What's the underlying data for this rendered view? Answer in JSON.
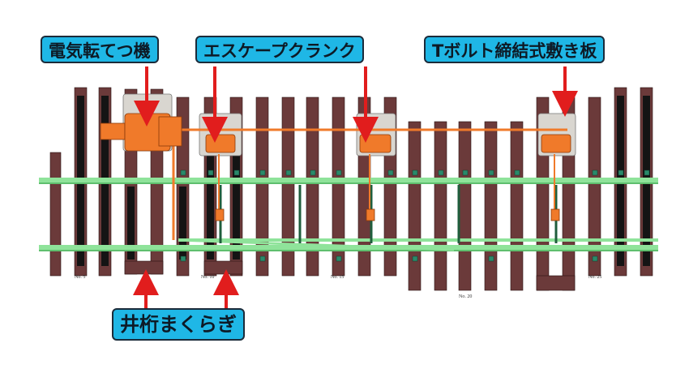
{
  "labels": {
    "point_machine": "電気転てつ機",
    "escape_crank": "エスケープクランク",
    "t_bolt_plate": "Tボルト締結式敷き板",
    "lattice_sleeper": "井桁まくらぎ"
  },
  "tie_numbers": [
    "No. 5",
    "No. 10",
    "No. 15",
    "No. 20",
    "No. 25"
  ],
  "colors": {
    "label_bg": "#1fb7e6",
    "arrow": "#e11d1d",
    "sleeper": "#6b3a3a",
    "rail": "#8fe39a",
    "machine": "#f07a2a",
    "plate": "#d9d6d0"
  }
}
